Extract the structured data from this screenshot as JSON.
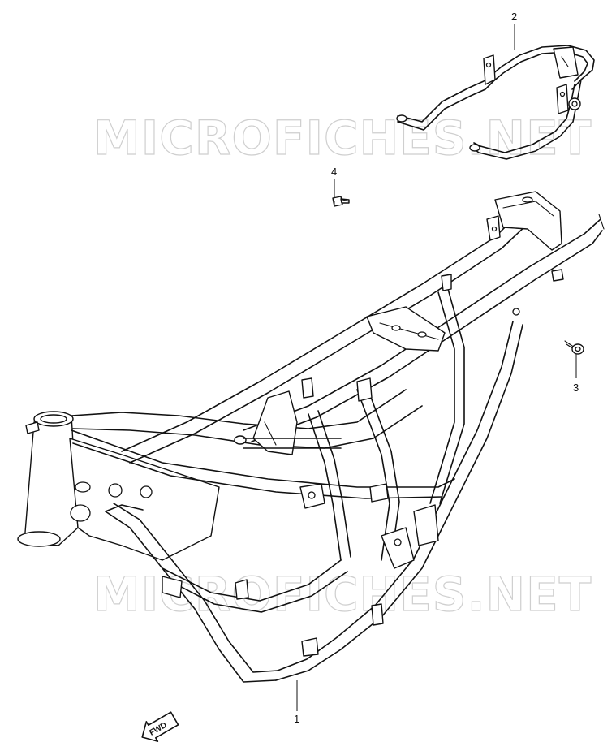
{
  "watermark": "MICROFICHES.NET",
  "callouts": {
    "frame": "1",
    "rear_bracket": "2",
    "bolt_right": "3",
    "bolt_top": "4"
  },
  "direction_badge": "FWD"
}
